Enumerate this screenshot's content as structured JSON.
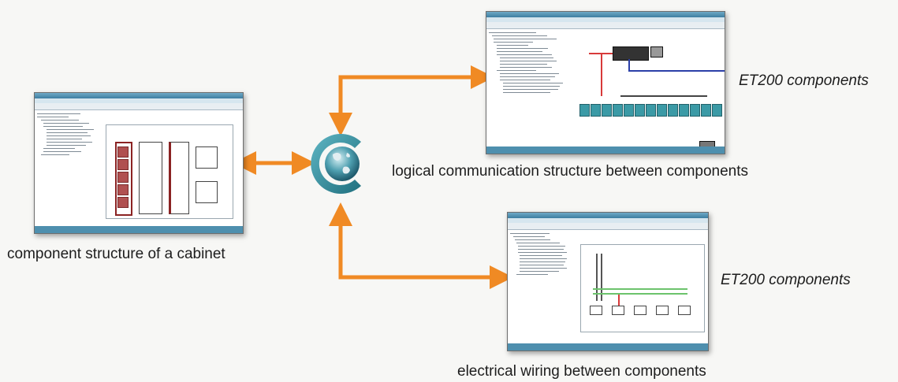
{
  "labels": {
    "cabinet_caption": "component structure of a cabinet",
    "logical_caption": "logical communication structure between components",
    "wiring_caption": "electrical wiring between components",
    "et200_top": "ET200 components",
    "et200_bottom": "ET200 components"
  },
  "colors": {
    "arrow": "#f08a24",
    "logo_teal": "#2f8f9f",
    "logo_globe": "#2d6f86",
    "window_chrome": "#4e8fae"
  },
  "icons": {
    "center_logo": "globe-logo-icon"
  }
}
